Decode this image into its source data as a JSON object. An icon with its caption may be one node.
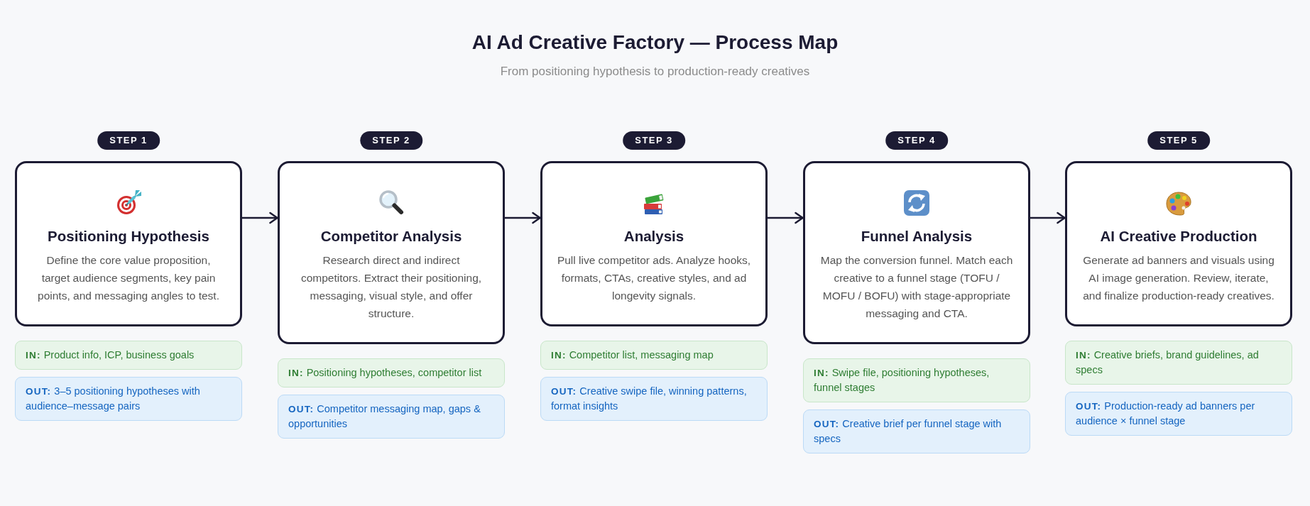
{
  "diagram": {
    "title": "AI Ad Creative Factory — Process Map",
    "nodes": [
      {
        "text": [
          "STEP 1",
          "Positioning Hypothesis",
          "Define the core value proposition, target audience segments, key pain points, and messaging angles to test."
        ]
      },
      {
        "text": [
          "**IN:** Product info, ICP, business goals"
        ]
      },
      {
        "text": [
          "**OUT:** 3–5 positioning hypotheses with audience–message pairs"
        ]
      },
      {
        "text": [
          "STEP 2",
          "Competitor Analysis",
          "Research direct and indirect competitors. Extract their positioning, messaging, visual style, and offer structure."
        ]
      },
      {
        "text": [
          "**IN:** Positioning hypotheses, competitor list"
        ]
      },
      {
        "text": [
          "**OUT:** Competitor messaging map, gaps & opportunities"
        ]
      },
      {
        "text": [
          "STEP 3",
          "Analysis",
          "Pull live competitor ads. Analyze hooks, formats, CTAs, creative styles, and ad longevity signals."
        ]
      },
      {
        "text": [
          "**IN:** Competitor list, messaging map"
        ]
      },
      {
        "text": [
          "**OUT:** Creative swipe file, winning patterns, format insights"
        ]
      },
      {
        "text": [
          "STEP 4",
          "Funnel Analysis",
          "Map the conversion funnel. Match each creative to a funnel stage (TOFU / MOFU / BOFU) with stage-appropriate messaging and CTA."
        ]
      },
      {
        "text": [
          "**IN:** Swipe file, positioning hypotheses, funnel stages"
        ]
      },
      {
        "text": [
          "**OUT:** Creative brief per funnel stage with specs"
        ]
      },
      {
        "text": [
          "STEP 5",
          "AI Creative Production",
          "Generate ad banners and visuals using AI image generation. Review, iterate, and finalize production-ready creatives."
        ]
      },
      {
        "text": [
          "**IN:** Creative briefs, brand guidelines, ad specs"
        ]
      },
      {
        "text": [
          "**OUT:** Production-ready ad banners per audience × funnel stage"
        ]
      }
    ],
    "edges": [
      {
        "from": 0,
        "to": 3,
        "arrow": "to"
      },
      {
        "from": 3,
        "to": 6,
        "arrow": "to"
      },
      {
        "from": 6,
        "to": 9,
        "arrow": "to"
      },
      {
        "from": 9,
        "to": 12,
        "arrow": "to"
      }
    ],
    "labels": [
      "From positioning hypothesis to production-ready creatives"
    ]
  }
}
